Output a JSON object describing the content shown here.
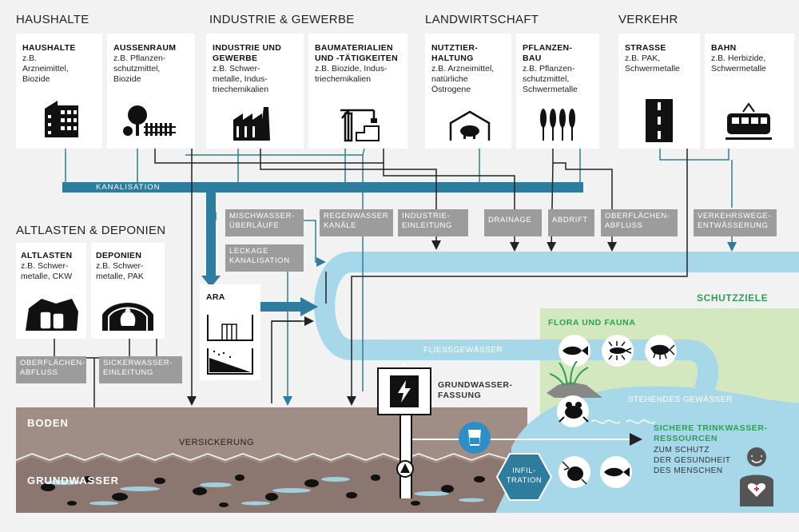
{
  "categories": {
    "households": "HAUSHALTE",
    "industry": "INDUSTRIE & GEWERBE",
    "agriculture": "LANDWIRTSCHAFT",
    "traffic": "VERKEHR",
    "legacy": "ALTLASTEN & DEPONIEN"
  },
  "sources": [
    {
      "title": "HAUSHALTE",
      "desc": "z.B.\nArzneimittel,\nBiozide",
      "icon": "apartment-building-icon"
    },
    {
      "title": "AUSSENRAUM",
      "desc": "z.B. Pflanzen-\nschutzmittel,\nBiozide",
      "icon": "garden-tree-fence-icon"
    },
    {
      "title": "INDUSTRIE UND\nGEWERBE",
      "desc": "z.B. Schwer-\nmetalle, Indus-\ntriechemikalien",
      "icon": "factory-icon"
    },
    {
      "title": "BAUMATERIALIEN\nUND -TÄTIGKEITEN",
      "desc": "z.B. Biozide, Indus-\ntriechemikalien",
      "icon": "construction-crane-icon"
    },
    {
      "title": "NUTZTIER-\nHALTUNG",
      "desc": "z.B. Arzneimittel,\nnatürliche\nÖstrogene",
      "icon": "pig-barn-icon"
    },
    {
      "title": "PFLANZEN-\nBAU",
      "desc": "z.B. Pflanzen-\nschutzmittel,\nSchwermetalle",
      "icon": "wheat-icon"
    },
    {
      "title": "STRASSE",
      "desc": "z.B. PAK,\nSchwermetalle",
      "icon": "road-icon"
    },
    {
      "title": "BAHN",
      "desc": "z.B. Herbizide,\nSchwermetalle",
      "icon": "train-icon"
    },
    {
      "title": "ALTLASTEN",
      "desc": "z.B. Schwer-\nmetalle, CKW",
      "icon": "waste-barrels-icon"
    },
    {
      "title": "DEPONIEN",
      "desc": "z.B. Schwer-\nmetalle, PAK",
      "icon": "landfill-bag-icon"
    }
  ],
  "pathways": {
    "kanalisation": "KANALISATION",
    "mischwasser": "MISCHWASSER-\nÜBERLÄUFE",
    "leckage": "LECKAGE\nKANALISATION",
    "regenwasser": "REGENWASSER\nKANÄLE",
    "industrieeinleitung": "INDUSTRIE-\nEINLEITUNG",
    "drainage": "DRAINAGE",
    "abdrift": "ABDRIFT",
    "oberflaechenabfluss": "OBERFLÄCHEN-\nABFLUSS",
    "verkehrswege": "VERKEHRSWEGE-\nENTWÄSSERUNG",
    "oberflaechenabfluss2": "OBERFLÄCHEN-\nABFLUSS",
    "sickerwasser": "SICKERWASSER-\nEINLEITUNG"
  },
  "ara": {
    "title": "ARA"
  },
  "water": {
    "fliess": "FLIESSGEWÄSSER",
    "stehend": "STEHENDES GEWÄSSER",
    "fassung": "GRUNDWASSER-\nFASSUNG",
    "infiltration": "INFIL-\nTRATION"
  },
  "ground": {
    "boden": "BODEN",
    "versickerung": "VERSICKERUNG",
    "grundwasser": "GRUNDWASSER"
  },
  "targets": {
    "schutzziele": "SCHUTZZIELE",
    "flora": "FLORA UND FAUNA",
    "trinkwasser_title": "SICHERE TRINKWASSER-\nRESSOURCEN",
    "trinkwasser_desc": "ZUM SCHUTZ\nDER GESUNDHEIT\nDES MENSCHEN"
  },
  "colors": {
    "water": "#a6d8ea",
    "sewer": "#2e7d9e",
    "soil": "#9f8c84",
    "green": "#d4e8c0",
    "label": "#9c9c9c"
  }
}
